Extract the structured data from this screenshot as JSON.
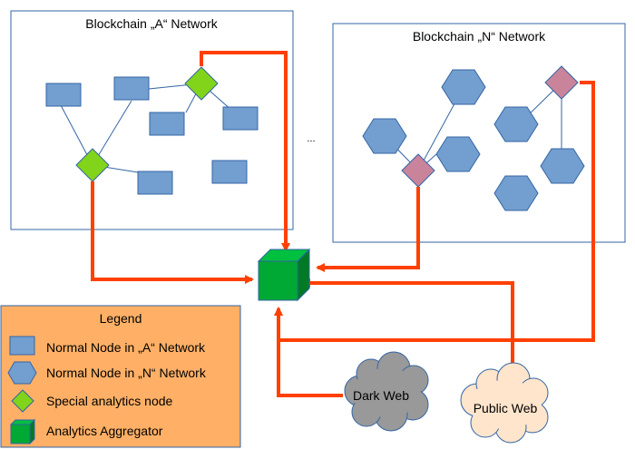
{
  "networks": {
    "a": {
      "title": "Blockchain „A“ Network"
    },
    "n": {
      "title": "Blockchain „N“ Network"
    },
    "ellipsis": "..."
  },
  "sources": {
    "dark_web": "Dark Web",
    "public_web": "Public Web"
  },
  "legend": {
    "title": "Legend",
    "items": [
      {
        "label": "Normal Node in „A“ Network",
        "icon": "blue-rectangle-icon"
      },
      {
        "label": "Normal Node in „N“ Network",
        "icon": "blue-hexagon-icon"
      },
      {
        "label": "Special analytics node",
        "icon": "green-diamond-icon"
      },
      {
        "label": "Analytics Aggregator",
        "icon": "green-cube-icon"
      }
    ]
  },
  "colors": {
    "network_border": "#3465a4",
    "node_fill": "#729fcf",
    "node_stroke": "#3465a4",
    "special_a": "#81d41a",
    "special_n": "#c9849b",
    "aggregator": "#00a933",
    "arrow": "#ff4000",
    "legend_bg": "#ffb066",
    "cloud_dark": "#999999",
    "cloud_public": "#ffe5cc"
  }
}
